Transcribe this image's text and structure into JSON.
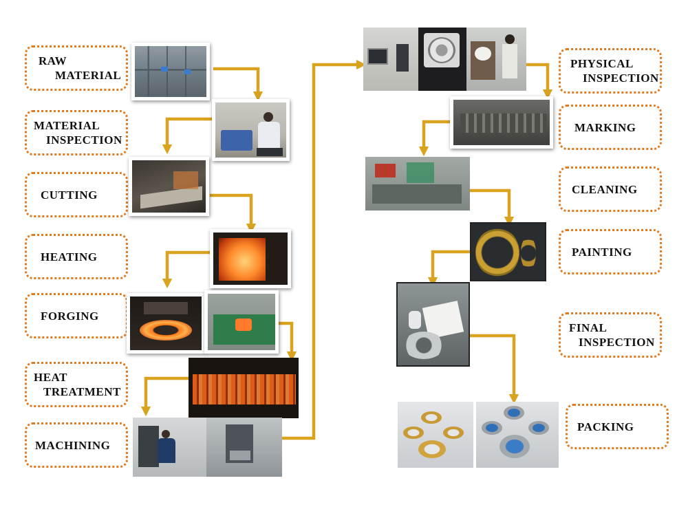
{
  "steps": {
    "raw_material": [
      "RAW",
      "MATERIAL"
    ],
    "material_inspection": [
      "MATERIAL",
      "INSPECTION"
    ],
    "cutting": [
      "CUTTING"
    ],
    "heating": [
      "HEATING"
    ],
    "forging": [
      "FORGING"
    ],
    "heat_treatment": [
      "HEAT",
      "TREATMENT"
    ],
    "machining": [
      "MACHINING"
    ],
    "physical_inspection": [
      "PHYSICAL",
      "INSPECTION"
    ],
    "marking": [
      "MARKING"
    ],
    "cleaning": [
      "CLEANING"
    ],
    "painting": [
      "PAINTING"
    ],
    "final_inspection": [
      "FINAL",
      "INSPECTION"
    ],
    "packing": [
      "PACKING"
    ]
  },
  "colors": {
    "arrow": "#d9a21f",
    "box_border": "#e07a1f"
  }
}
